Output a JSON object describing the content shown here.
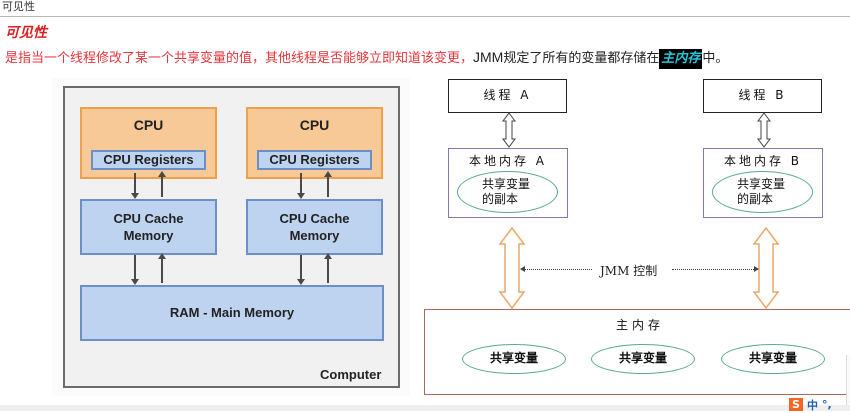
{
  "header": {
    "title": "可见性"
  },
  "section": {
    "heading": "可见性"
  },
  "paragraph": {
    "red_text": "是指当一个线程修改了某一个共享变量的值，其他线程是否能够立即知道该变更，",
    "jmm": "JMM",
    "black_text": "规定了所有的变量都存储在",
    "highlight": "主内存",
    "tail": "中。"
  },
  "left_diagram": {
    "cpus": [
      {
        "label": "CPU",
        "registers": "CPU Registers",
        "cache": [
          "CPU Cache",
          "Memory"
        ]
      },
      {
        "label": "CPU",
        "registers": "CPU Registers",
        "cache": [
          "CPU Cache",
          "Memory"
        ]
      }
    ],
    "ram": "RAM - Main Memory",
    "computer": "Computer"
  },
  "right_diagram": {
    "threads": [
      "线程 A",
      "线程 B"
    ],
    "local_memories": [
      "本地内存 A",
      "本地内存 B"
    ],
    "copy_label": [
      "共享变量",
      "的副本"
    ],
    "jmm_control": "JMM 控制",
    "main_memory": "主内存",
    "shared_vars": [
      "共享变量",
      "共享变量",
      "共享变量"
    ],
    "colors": {
      "double_arrow": "#e8a86a",
      "ellipse": "#5aa890",
      "main_border": "#a86a5a"
    }
  },
  "ime": {
    "logo": "S",
    "lang": "中",
    "punct": "°,"
  }
}
